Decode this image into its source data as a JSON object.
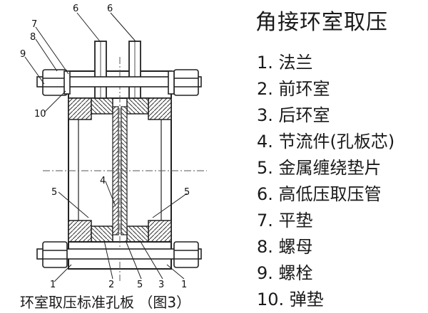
{
  "title": "角接环室取压",
  "legend": [
    "1. 法兰",
    "2. 前环室",
    "3. 后环室",
    "4. 节流件(孔板芯)",
    "5. 金属缠绕垫片",
    "6. 高低压取压管",
    "7. 平垫",
    "8. 螺母",
    "9. 螺栓",
    "10. 弹垫"
  ],
  "caption": "环室取压标准孔板 （图3）",
  "callouts": {
    "c6a": "6",
    "c6b": "6",
    "c7": "7",
    "c8": "8",
    "c9": "9",
    "c10": "10",
    "c5l": "5",
    "c5r": "5",
    "c4": "4",
    "b1a": "1",
    "b2": "2",
    "b5a": "5",
    "b3": "3",
    "b1b": "1"
  }
}
